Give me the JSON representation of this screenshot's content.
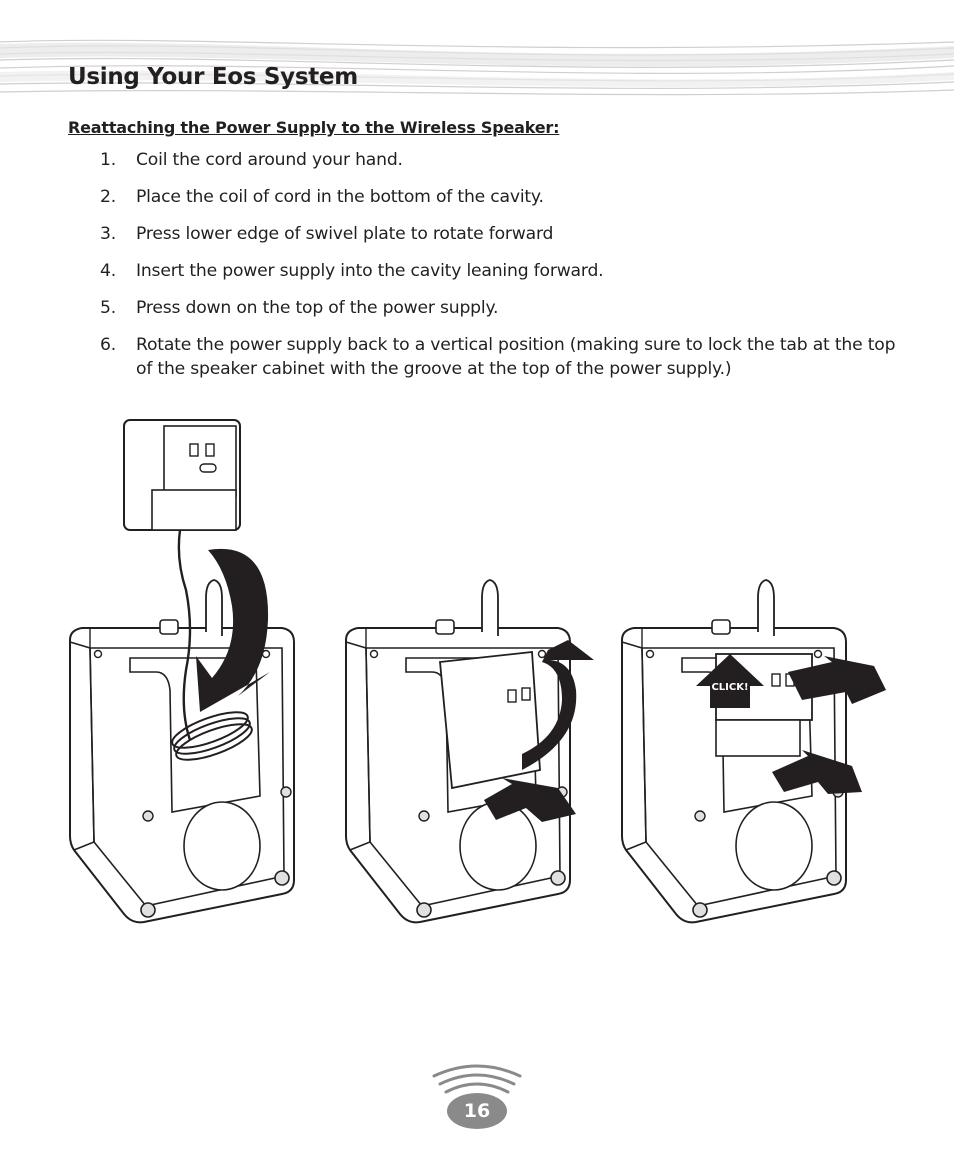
{
  "header": {
    "title": "Using Your Eos System"
  },
  "section": {
    "heading": "Reattaching the Power Supply to the Wireless Speaker:",
    "steps": [
      {
        "num": "1.",
        "text": "Coil the cord around your hand."
      },
      {
        "num": "2.",
        "text": "Place the coil of cord in the bottom of the cavity."
      },
      {
        "num": "3.",
        "text": "Press lower edge of swivel plate to rotate forward"
      },
      {
        "num": "4.",
        "text": "Insert the power supply into the cavity leaning forward."
      },
      {
        "num": "5.",
        "text": "Press down on the top of the power supply."
      },
      {
        "num": "6.",
        "text": "Rotate the power supply back to a vertical position (making sure to lock the tab at the top of the speaker cabinet with the groove at the top of the power supply.)"
      }
    ]
  },
  "illustration": {
    "click_label": "CLICK!"
  },
  "footer": {
    "page_number": "16"
  },
  "colors": {
    "text": "#231f20",
    "arrow": "#231f20",
    "badge": "#8a8a8a",
    "swoosh": "#d9d9d9"
  }
}
